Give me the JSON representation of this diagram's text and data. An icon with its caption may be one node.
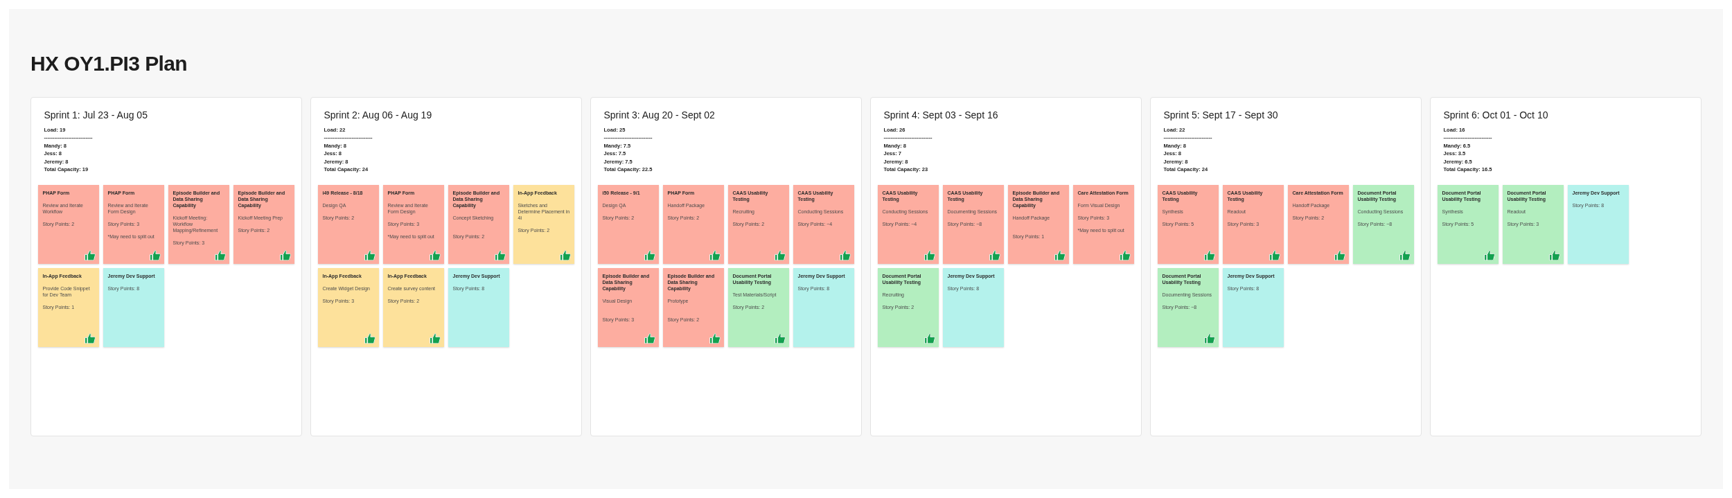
{
  "diagram": {
    "title": "HX OY1.PI3 Plan",
    "nodes": [
      {
        "text": [
          "Sprint 1: Jul 23 - Aug 05",
          "Load: 19",
          "----------------------------",
          "Mandy: 8",
          "Jess: 8",
          "Jeremy: 8",
          "Total Capacity: 19"
        ]
      },
      {
        "text": [
          "PHAP Form",
          "Review and Iterate Workflow",
          "Story Points: 2"
        ],
        "in": 0
      },
      {
        "text": [
          "PHAP Form",
          "Review and Iterate Form Design",
          "Story Points: 3",
          "*May need to split out"
        ],
        "in": 0
      },
      {
        "text": [
          "Episode Builder and Data Sharing Capability",
          "Kickoff Meeting: Workflow Mapping/Refinement",
          "Story Points: 3"
        ],
        "in": 0
      },
      {
        "text": [
          "Episode Builder and Data Sharing Capability",
          "Kickoff Meeting Prep",
          "Story Points: 2"
        ],
        "in": 0
      },
      {
        "text": [
          "In-App Feedback",
          "Provide Code Snippet for Dev Team",
          "Story Points: 1"
        ],
        "in": 0
      },
      {
        "text": [
          "Jeremy Dev Support",
          "Story Points: 8"
        ],
        "in": 0
      },
      {
        "text": [
          "Sprint 2: Aug 06 - Aug 19",
          "Load: 22",
          "----------------------------",
          "Mandy: 8",
          "Jess: 8",
          "Jeremy: 8",
          "Total Capacity: 24"
        ]
      },
      {
        "text": [
          "i49 Release - 8/18",
          "Design QA",
          "Story Points: 2"
        ],
        "in": 7
      },
      {
        "text": [
          "PHAP Form",
          "Review and Iterate Form Design",
          "Story Points: 3",
          "*May need to split out"
        ],
        "in": 7
      },
      {
        "text": [
          "Episode Builder and Data Sharing Capability",
          "Concept Sketching",
          "Story Points: 2"
        ],
        "in": 7
      },
      {
        "text": [
          "In-App Feedback",
          "Sketches and Determine Placement in 4i",
          "Story Points: 2"
        ],
        "in": 7
      },
      {
        "text": [
          "In-App Feedback",
          "Create Widget Design",
          "Story Points: 3"
        ],
        "in": 7
      },
      {
        "text": [
          "In-App Feedback",
          "Create survey content",
          "Story Points: 2"
        ],
        "in": 7
      },
      {
        "text": [
          "Jeremy Dev Support",
          "Story Points: 8"
        ],
        "in": 7
      },
      {
        "text": [
          "Sprint 3: Aug 20 - Sept 02",
          "Load: 25",
          "----------------------------",
          "Mandy: 7.5",
          "Jess: 7.5",
          "Jeremy: 7.5",
          "Total Capacity: 22.5"
        ]
      },
      {
        "text": [
          "i50 Release - 9/1",
          "Design QA",
          "Story Points: 2"
        ],
        "in": 15
      },
      {
        "text": [
          "PHAP Form",
          "Handoff Package",
          "Story Points: 2"
        ],
        "in": 15
      },
      {
        "text": [
          "CAAS Usability Testing",
          "Recruiting",
          "Story Points: 2"
        ],
        "in": 15
      },
      {
        "text": [
          "CAAS Usability Testing",
          "Conducting Sessions",
          "Story Points: ~4"
        ],
        "in": 15
      },
      {
        "text": [
          "Episode Builder and Data Sharing Capability",
          "Visual Design",
          "Story Points: 3"
        ],
        "in": 15
      },
      {
        "text": [
          "Episode Builder and Data Sharing Capability",
          "Prototype",
          "Story Points: 2"
        ],
        "in": 15
      },
      {
        "text": [
          "Document Portal Usability Testing",
          "Test Materials/Script",
          "Story Points: 2"
        ],
        "in": 15
      },
      {
        "text": [
          "Jeremy Dev Support",
          "Story Points: 8"
        ],
        "in": 15
      },
      {
        "text": [
          "Sprint 4: Sept 03 - Sept 16",
          "Load: 26",
          "----------------------------",
          "Mandy: 8",
          "Jess: 7",
          "Jeremy: 8",
          "Total Capacity: 23"
        ]
      },
      {
        "text": [
          "CAAS Usability Testing",
          "Conducting Sessions",
          "Story Points: ~4"
        ],
        "in": 24
      },
      {
        "text": [
          "CAAS Usability Testing",
          "Documenting Sessions",
          "Story Points: ~8"
        ],
        "in": 24
      },
      {
        "text": [
          "Episode Builder and Data Sharing Capability",
          "Handoff Package",
          "Story Points: 1"
        ],
        "in": 24
      },
      {
        "text": [
          "Care Attestation Form",
          "Form Visual Design",
          "Story Points: 3",
          "*May need to split out"
        ],
        "in": 24
      },
      {
        "text": [
          "Document Portal Usability Testing",
          "Recruiting",
          "Story Points: 2"
        ],
        "in": 24
      },
      {
        "text": [
          "Jeremy Dev Support",
          "Story Points: 8"
        ],
        "in": 24
      },
      {
        "text": [
          "Sprint 5: Sept 17 - Sept 30",
          "Load: 22",
          "----------------------------",
          "Mandy: 8",
          "Jess: 8",
          "Jeremy: 8",
          "Total Capacity: 24"
        ]
      },
      {
        "text": [
          "CAAS Usability Testing",
          "Synthesis",
          "Story Points: 5"
        ],
        "in": 31
      },
      {
        "text": [
          "CAAS Usability Testing",
          "Readout",
          "Story Points: 3"
        ],
        "in": 31
      },
      {
        "text": [
          "Care Attestation Form",
          "Handoff Package",
          "Story Points: 2"
        ],
        "in": 31
      },
      {
        "text": [
          "Document Portal Usability Testing",
          "Conducting Sessions",
          "Story Points: ~8"
        ],
        "in": 31
      },
      {
        "text": [
          "Document Portal Usability Testing",
          "Documenting Sessions",
          "Story Points: ~8"
        ],
        "in": 31
      },
      {
        "text": [
          "Jeremy Dev Support",
          "Story Points: 8"
        ],
        "in": 31
      },
      {
        "text": [
          "Sprint 6: Oct 01 - Oct 10",
          "Load: 16",
          "----------------------------",
          "Mandy: 6.5",
          "Jess: 3.5",
          "Jeremy: 6.5",
          "Total Capacity: 16.5"
        ]
      },
      {
        "text": [
          "Document Portal Usability Testing",
          "Synthesis",
          "Story Points: 5"
        ],
        "in": 38
      },
      {
        "text": [
          "Document Portal Usability Testing",
          "Readout",
          "Story Points: 3"
        ],
        "in": 38
      },
      {
        "text": [
          "Jeremy Dev Support",
          "Story Points: 8"
        ],
        "in": 38
      }
    ]
  }
}
